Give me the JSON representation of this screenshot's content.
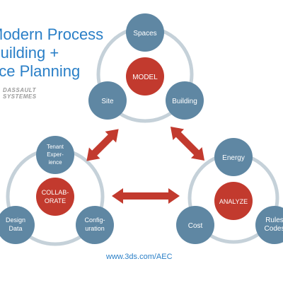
{
  "title_lines": [
    "Modern Process",
    "Building +",
    "ace Planning"
  ],
  "logo_lines": [
    "DASSAULT",
    "SYSTEMES"
  ],
  "url": "www.3ds.com/AEC",
  "colors": {
    "node_blue": "#5f87a3",
    "center_red": "#c23a2e",
    "ring_gray": "#c5d1d9",
    "arrow_red": "#c23a2e",
    "title_blue": "#2a7fc7"
  },
  "groups": {
    "model": {
      "center": "MODEL",
      "nodes": [
        "Spaces",
        "Site",
        "Building"
      ]
    },
    "collaborate": {
      "center_lines": [
        "COLLAB-",
        "ORATE"
      ],
      "nodes": [
        [
          "Tenant",
          "Exper-",
          "ience"
        ],
        [
          "Design",
          "Data"
        ],
        [
          "Config-",
          "uration"
        ]
      ]
    },
    "analyze": {
      "center": "ANALYZE",
      "nodes": [
        [
          "Energy"
        ],
        [
          "Cost"
        ],
        [
          "Rules",
          "Codes"
        ]
      ]
    }
  }
}
